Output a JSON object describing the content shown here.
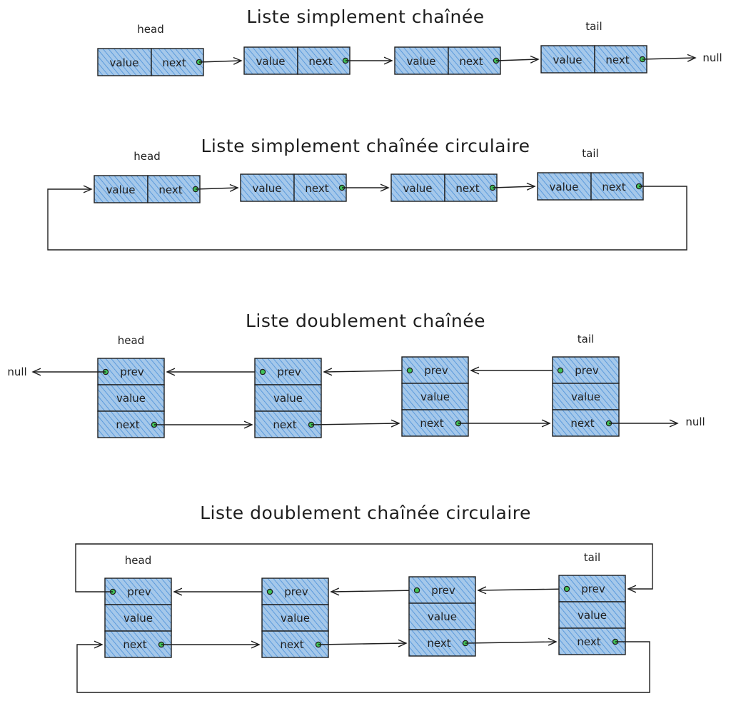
{
  "colors": {
    "cell_fill": "#a5c8ea",
    "hatch": "#4a90d9",
    "stroke": "#1e1e1e",
    "pointer_dot": "#40c057"
  },
  "labels": {
    "head": "head",
    "tail": "tail",
    "null": "null",
    "value": "value",
    "next": "next",
    "prev": "prev"
  },
  "diagrams": [
    {
      "title": "Liste simplement chaînée",
      "kind": "single",
      "circular": false,
      "node_count": 4
    },
    {
      "title": "Liste simplement chaînée circulaire",
      "kind": "single",
      "circular": true,
      "node_count": 4
    },
    {
      "title": "Liste doublement chaînée",
      "kind": "double",
      "circular": false,
      "node_count": 4
    },
    {
      "title": "Liste doublement chaînée circulaire",
      "kind": "double",
      "circular": true,
      "node_count": 4
    }
  ]
}
